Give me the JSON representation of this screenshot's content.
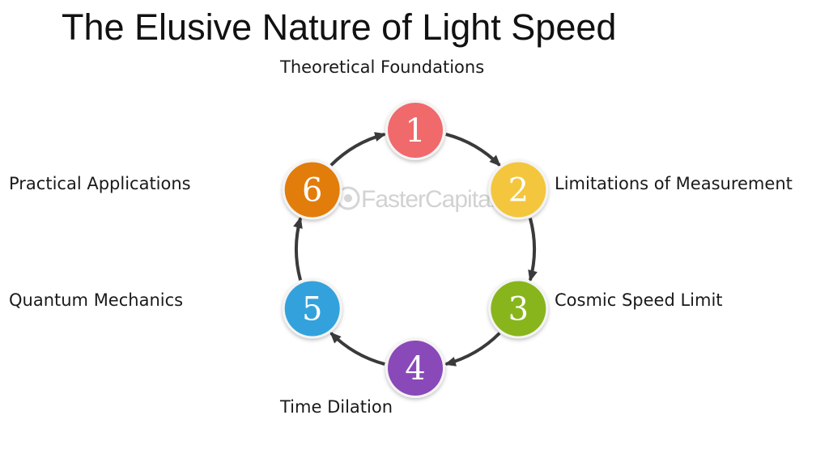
{
  "title": "The Elusive Nature of Light Speed",
  "watermark": "FasterCapital",
  "steps": [
    {
      "number": "1",
      "label": "Theoretical Foundations",
      "color": "#f0696b"
    },
    {
      "number": "2",
      "label": "Limitations of Measurement",
      "color": "#f3c63d"
    },
    {
      "number": "3",
      "label": "Cosmic Speed Limit",
      "color": "#88b51c"
    },
    {
      "number": "4",
      "label": "Time Dilation",
      "color": "#8a49b8"
    },
    {
      "number": "5",
      "label": "Quantum Mechanics",
      "color": "#33a2dc"
    },
    {
      "number": "6",
      "label": "Practical Applications",
      "color": "#e27d0b"
    }
  ],
  "arrow_color": "#3a3a3a"
}
